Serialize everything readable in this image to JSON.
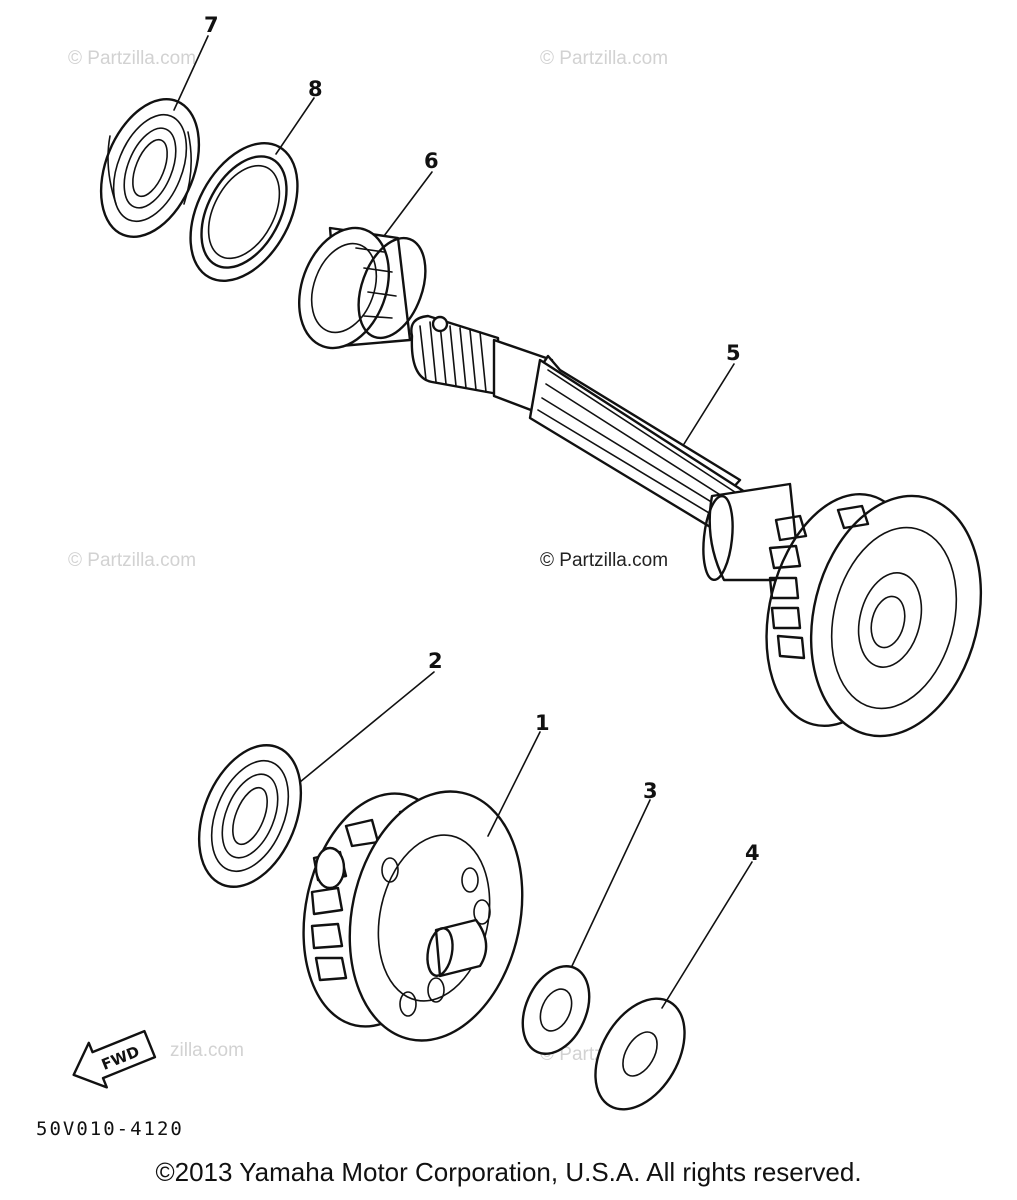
{
  "watermarks": {
    "faint": "© Partzilla.com",
    "center": "© Partzilla.com",
    "fragment": "zilla.com"
  },
  "callouts": [
    "1",
    "2",
    "3",
    "4",
    "5",
    "6",
    "7",
    "8"
  ],
  "fwd_label": "FWD",
  "diagram_code": "50V010-4120",
  "copyright": "©2013 Yamaha Motor Corporation, U.S.A. All rights reserved."
}
